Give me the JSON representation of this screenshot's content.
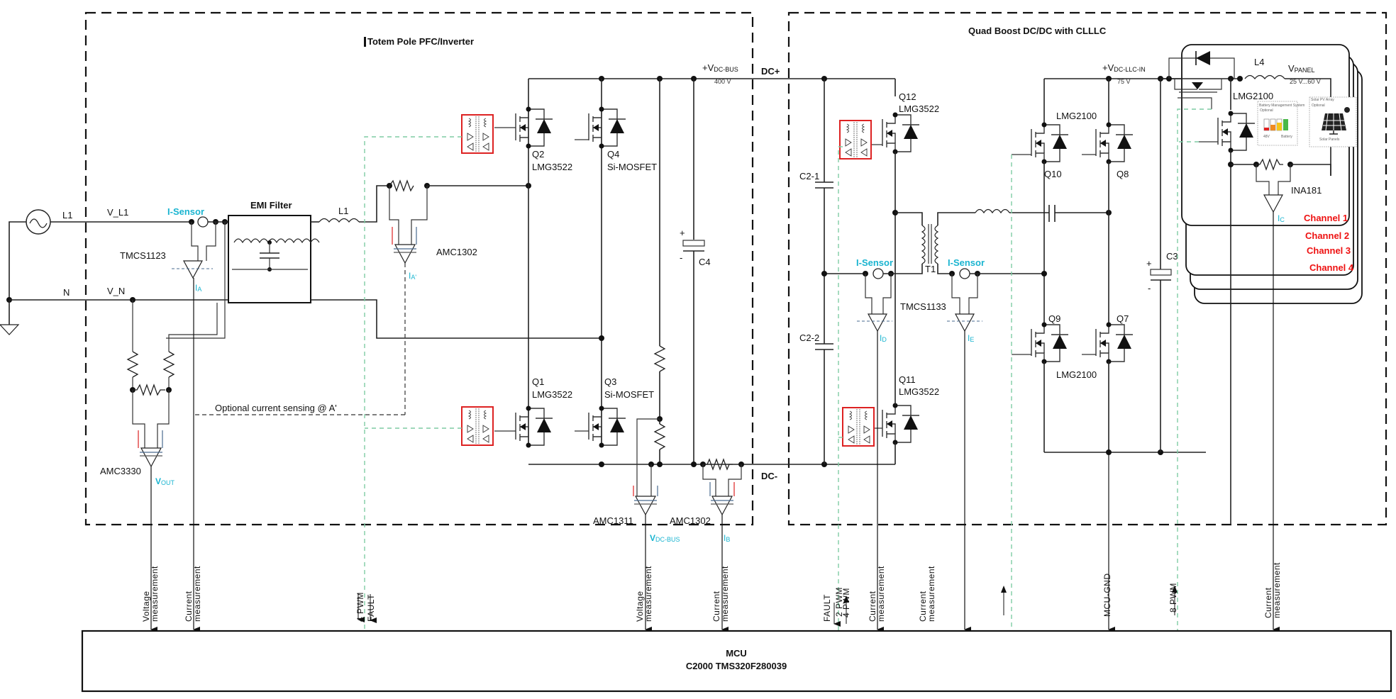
{
  "blocks": {
    "pfc_title": "Totem Pole PFC/Inverter",
    "dcdc_title": "Quad Boost DC/DC with CLLLC",
    "mcu_name": "MCU",
    "mcu_part": "C2000 TMS320F280039"
  },
  "input": {
    "line_label": "L1",
    "neutral_label": "N",
    "vl1_label": "V_L1",
    "vn_label": "V_N"
  },
  "pfc": {
    "i_sensor_label": "I-Sensor",
    "i_sensor_part": "TMCS1123",
    "ia_label": "I",
    "ia_sub": "A",
    "emi_filter_label": "EMI Filter",
    "inductor_label": "L1",
    "amc1302_top_label": "AMC1302",
    "ia_prime_label": "I",
    "ia_prime_sub": "A'",
    "amc3330_label": "AMC3330",
    "vout_label": "V",
    "vout_sub": "OUT",
    "optional_note": "Optional current sensing @ A'",
    "q2_name": "Q2",
    "q2_part": "LMG3522",
    "q4_name": "Q4",
    "q4_part": "Si-MOSFET",
    "q1_name": "Q1",
    "q1_part": "LMG3522",
    "q3_name": "Q3",
    "q3_part": "Si-MOSFET",
    "c4_label": "C4",
    "cap_plus": "+",
    "cap_minus": "-",
    "vdcbus_label": "+V",
    "vdcbus_sub": "DC-BUS",
    "vdcbus_value": "400 V",
    "dc_plus": "DC+",
    "dc_minus": "DC-",
    "amc1311_label": "AMC1311",
    "amc1302_bot_label": "AMC1302",
    "vdcbus_meas_label": "V",
    "vdcbus_meas_sub": "DC-BUS",
    "ib_label": "I",
    "ib_sub": "B"
  },
  "dcdc": {
    "c21_label": "C2-1",
    "c22_label": "C2-2",
    "q12_name": "Q12",
    "q12_part": "LMG3522",
    "q11_name": "Q11",
    "q11_part": "LMG3522",
    "i_sensor_d_label": "I-Sensor",
    "i_sensor_e_label": "I-Sensor",
    "i_sensor_part": "TMCS1133",
    "t1_label": "T1",
    "id_label": "I",
    "id_sub": "D",
    "ie_label": "I",
    "ie_sub": "E",
    "q10_name": "Q10",
    "q8_name": "Q8",
    "q9_name": "Q9",
    "q7_name": "Q7",
    "lmg2100_top": "LMG2100",
    "lmg2100_bottom": "LMG2100",
    "c3_label": "C3",
    "vllc_label": "+V",
    "vllc_sub": "DC-LLC-IN",
    "vllc_value": "75 V"
  },
  "channel": {
    "l4_label": "L4",
    "vpanel_label": "V",
    "vpanel_sub": "PANEL",
    "vpanel_range": "25 V...60 V",
    "lmg2100_label": "LMG2100",
    "ina181_label": "INA181",
    "ic_label": "I",
    "ic_sub": "C",
    "bms_title": "Battery Management System",
    "bms_optional": "Optional",
    "bms_voltage": "48V",
    "bms_battery": "Battery",
    "solar_title": "Solar PV Array",
    "solar_optional": "Optional",
    "solar_caption": "Solar Panels",
    "channels": [
      "Channel 1",
      "Channel 2",
      "Channel 3",
      "Channel 4"
    ]
  },
  "signals": [
    {
      "line1": "Voltage",
      "line2": "measurement"
    },
    {
      "line1": "Current",
      "line2": "measurement"
    },
    {
      "line1": "4 PWM",
      "line2": "FAULT"
    },
    {
      "line1": "Voltage",
      "line2": "measurement"
    },
    {
      "line1": "Current",
      "line2": "measurement"
    },
    {
      "line1": "FAULT",
      "line2": "2 PWM"
    },
    {
      "line1": "Current",
      "line2": "measurement"
    },
    {
      "line1": "Current",
      "line2": "measurement"
    },
    {
      "line1": "4 PWM",
      "line2": ""
    },
    {
      "line1": "MCU-GND",
      "line2": ""
    },
    {
      "line1": "8 PWM",
      "line2": ""
    },
    {
      "line1": "Current",
      "line2": "measurement"
    }
  ],
  "colors": {
    "sensor_label": "#19b4d0",
    "channel_label": "#ee1111",
    "isolator_box": "#dd2222",
    "pwm_dashed": "#7fcca4"
  }
}
